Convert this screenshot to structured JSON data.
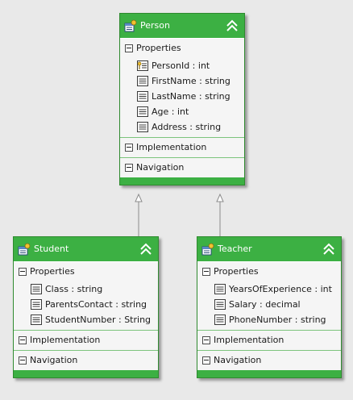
{
  "entities": {
    "person": {
      "name": "Person",
      "sections": {
        "properties": "Properties",
        "implementation": "Implementation",
        "navigation": "Navigation"
      },
      "properties": [
        {
          "text": "PersonId : int",
          "icon": "key-property-icon"
        },
        {
          "text": "FirstName : string",
          "icon": "property-icon"
        },
        {
          "text": "LastName : string",
          "icon": "property-icon"
        },
        {
          "text": "Age : int",
          "icon": "property-icon"
        },
        {
          "text": "Address : string",
          "icon": "property-icon"
        }
      ]
    },
    "student": {
      "name": "Student",
      "sections": {
        "properties": "Properties",
        "implementation": "Implementation",
        "navigation": "Navigation"
      },
      "properties": [
        {
          "text": "Class : string",
          "icon": "property-icon"
        },
        {
          "text": "ParentsContact : string",
          "icon": "property-icon"
        },
        {
          "text": "StudentNumber : String",
          "icon": "property-icon"
        }
      ]
    },
    "teacher": {
      "name": "Teacher",
      "sections": {
        "properties": "Properties",
        "implementation": "Implementation",
        "navigation": "Navigation"
      },
      "properties": [
        {
          "text": "YearsOfExperience : int",
          "icon": "property-icon"
        },
        {
          "text": "Salary : decimal",
          "icon": "property-icon"
        },
        {
          "text": "PhoneNumber : string",
          "icon": "property-icon"
        }
      ]
    }
  },
  "inheritance": [
    {
      "child": "Student",
      "parent": "Person"
    },
    {
      "child": "Teacher",
      "parent": "Person"
    }
  ],
  "colors": {
    "header": "#3cb043",
    "border": "#2f8a2f",
    "body": "#f5f5f5",
    "canvas": "#e9e9e9",
    "connector": "#8c8c8c"
  }
}
